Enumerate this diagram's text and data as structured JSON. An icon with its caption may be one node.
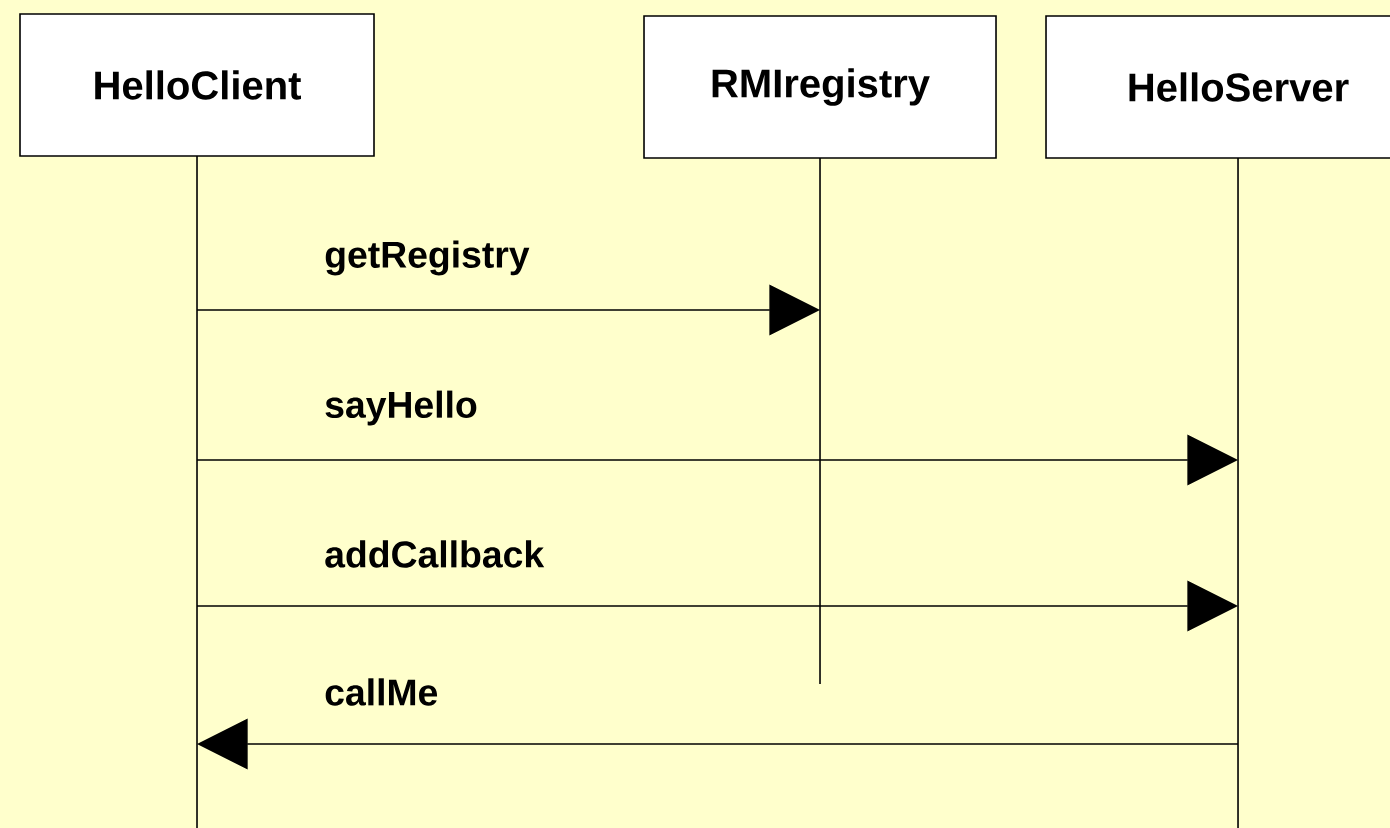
{
  "diagram": {
    "nodes": [
      {
        "text": [
          "HelloClient"
        ]
      },
      {
        "text": [
          "RMIregistry"
        ]
      },
      {
        "text": [
          "HelloServer"
        ]
      }
    ],
    "edges": [
      {
        "from": 0,
        "to": 1,
        "arrow": "to",
        "label": "getRegistry"
      },
      {
        "from": 0,
        "to": 2,
        "arrow": "to",
        "label": "sayHello"
      },
      {
        "from": 0,
        "to": 2,
        "arrow": "to",
        "label": "addCallback"
      },
      {
        "from": 2,
        "to": 0,
        "arrow": "to",
        "label": "callMe"
      }
    ]
  }
}
